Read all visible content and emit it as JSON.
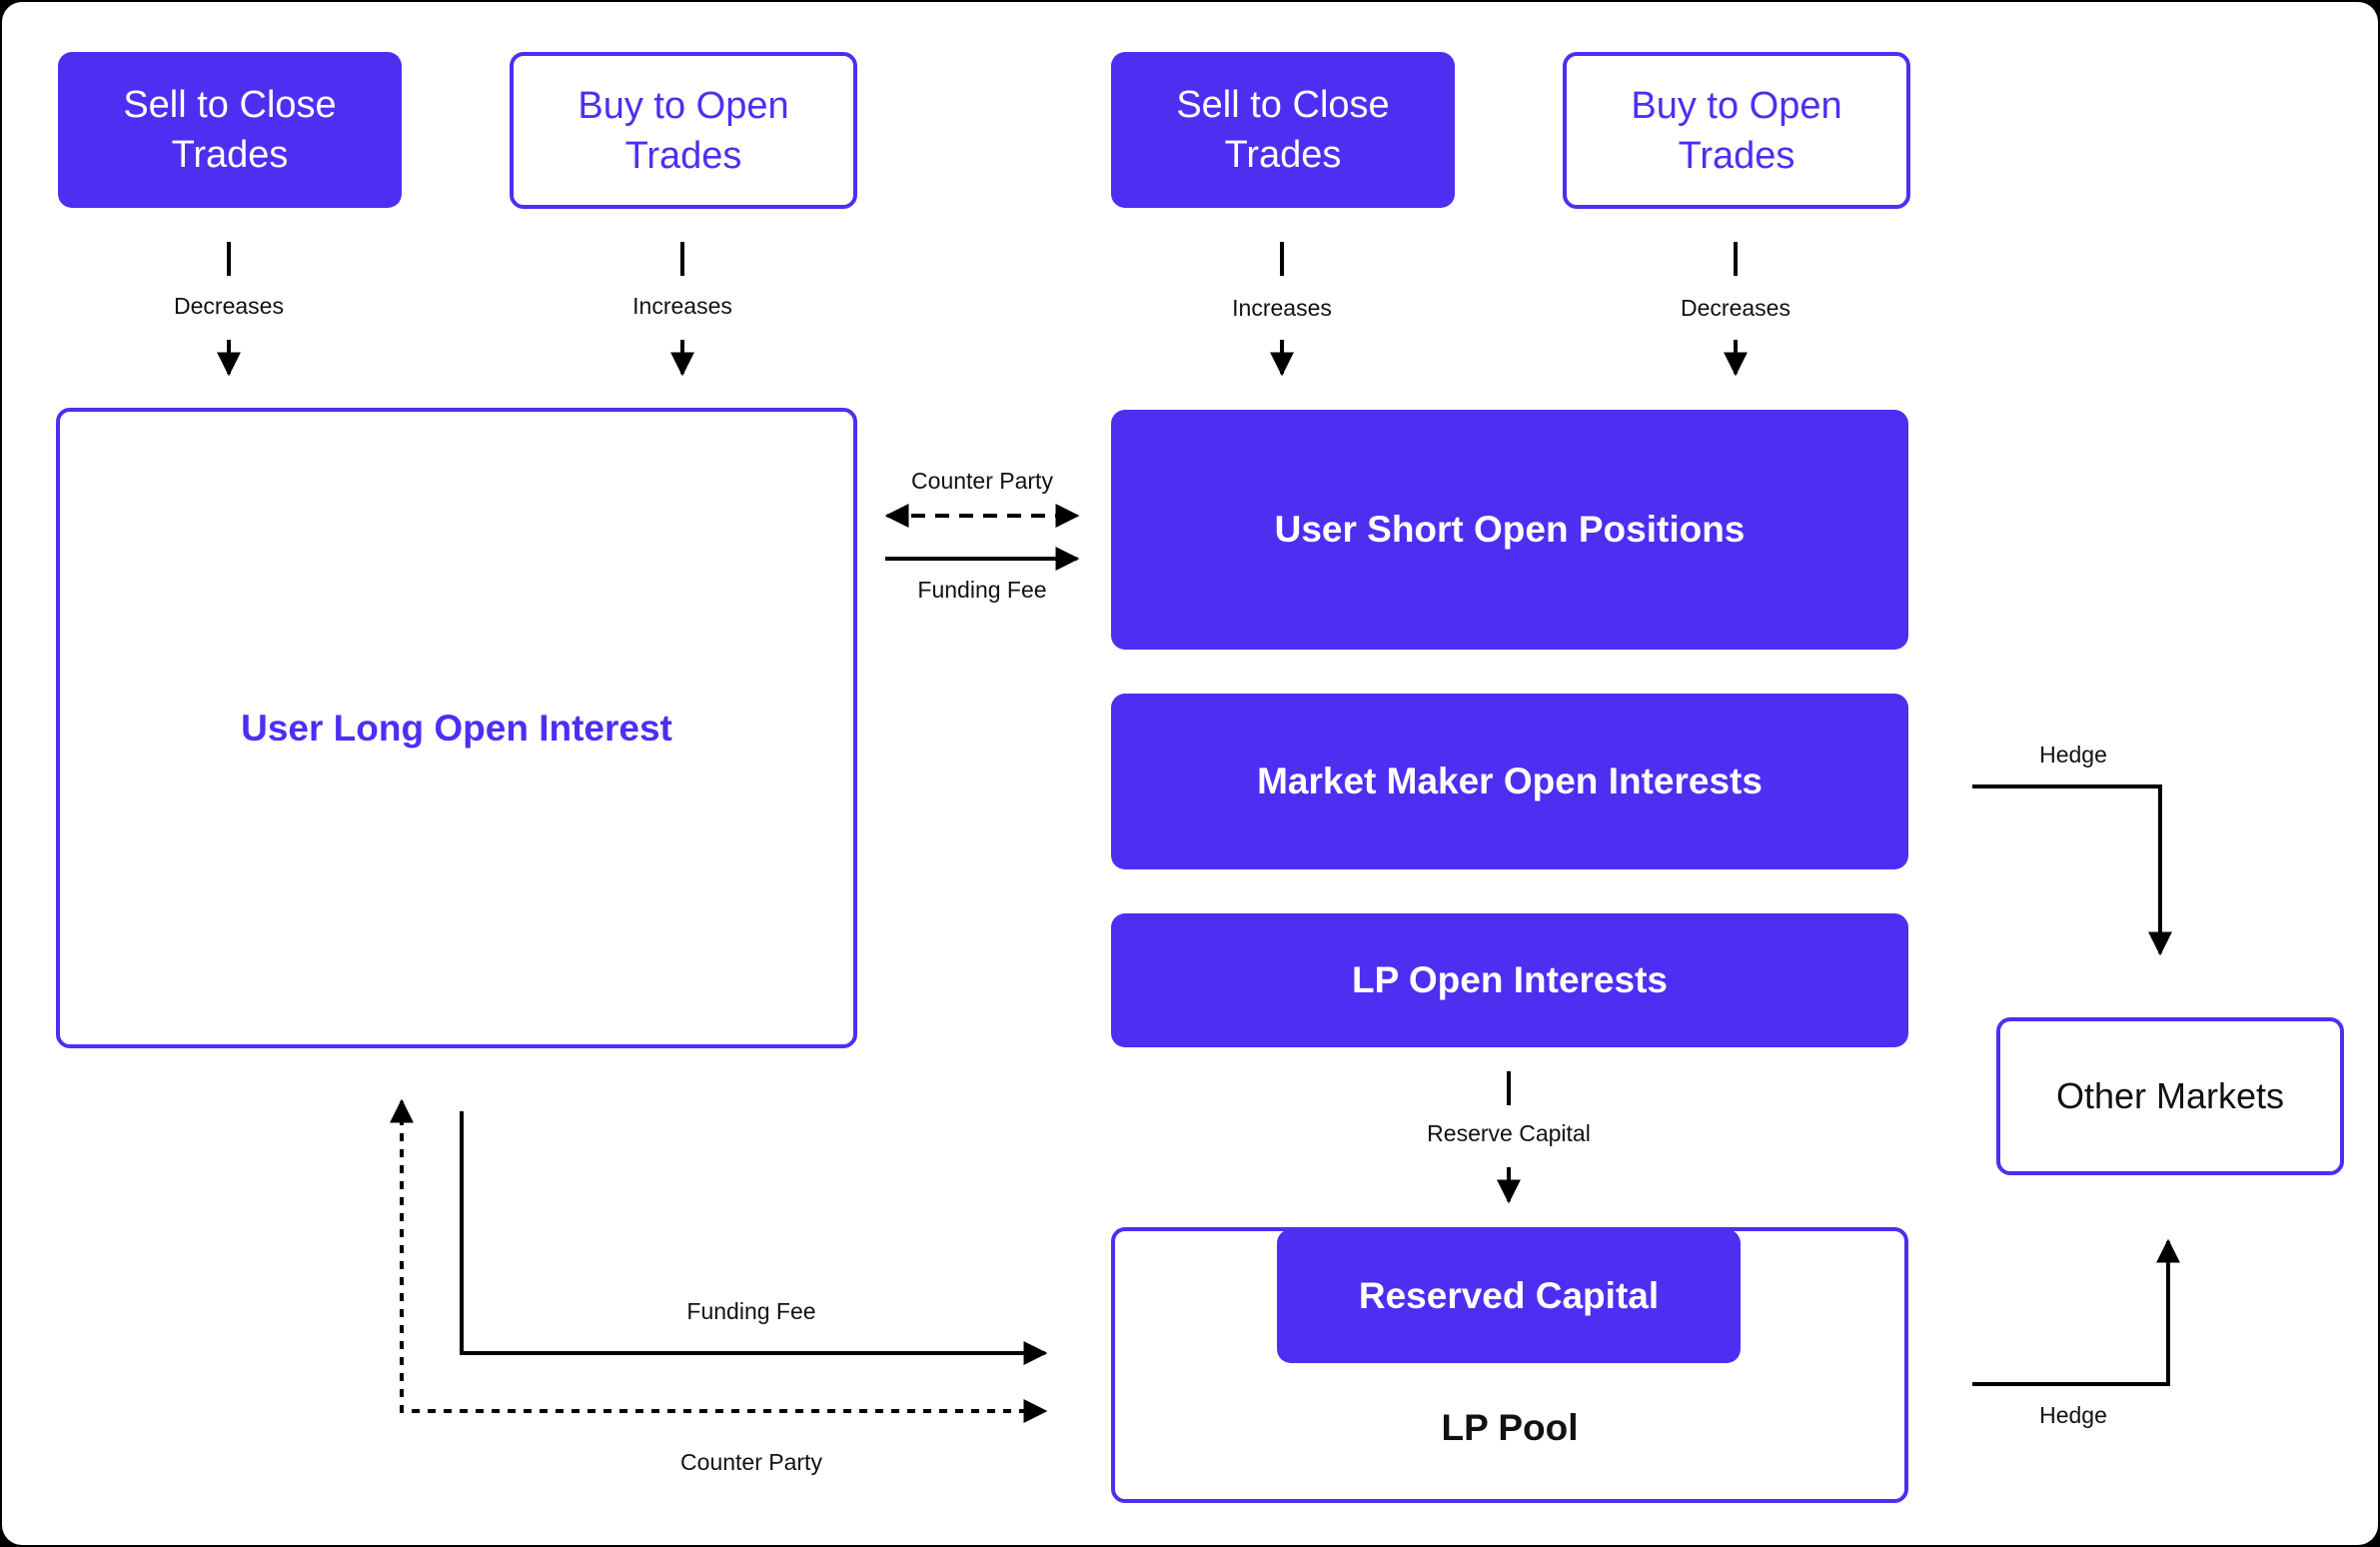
{
  "colors": {
    "accent": "#4F2EF2",
    "line": "#000000",
    "background": "#FFFFFF"
  },
  "left_group": {
    "sell_to_close": {
      "line1": "Sell to Close",
      "line2": "Trades"
    },
    "buy_to_open": {
      "line1": "Buy to Open",
      "line2": "Trades"
    },
    "sell_effect": "Decreases",
    "buy_effect": "Increases",
    "long_box": "User Long Open Interest"
  },
  "right_group": {
    "sell_to_close": {
      "line1": "Sell to Close",
      "line2": "Trades"
    },
    "buy_to_open": {
      "line1": "Buy to Open",
      "line2": "Trades"
    },
    "sell_effect": "Increases",
    "buy_effect": "Decreases",
    "short_box": "User Short Open Positions",
    "market_maker_box": "Market Maker Open Interests",
    "lp_oi_box": "LP Open Interests",
    "reserve_label": "Reserve Capital",
    "reserved_capital_box": "Reserved Capital",
    "lp_pool_box": "LP Pool"
  },
  "middle": {
    "counter_party_top": "Counter Party",
    "funding_fee_top": "Funding Fee",
    "funding_fee_bottom": "Funding Fee",
    "counter_party_bottom": "Counter Party"
  },
  "hedge": {
    "top_label": "Hedge",
    "bottom_label": "Hedge",
    "other_markets": "Other Markets"
  }
}
